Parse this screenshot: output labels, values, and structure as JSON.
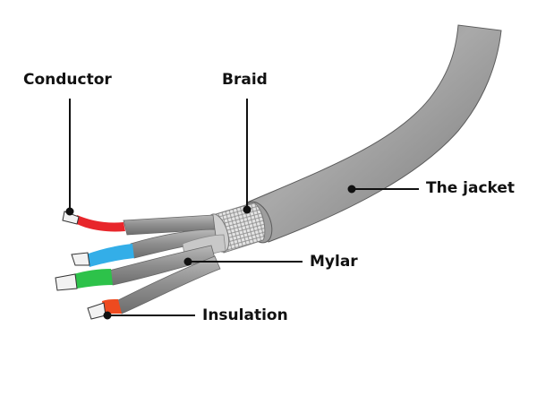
{
  "labels": {
    "conductor": "Conductor",
    "braid": "Braid",
    "jacket": "The jacket",
    "mylar": "Mylar",
    "insulation": "Insulation"
  },
  "colors": {
    "background": "#ffffff",
    "jacket": "#8a8a8a",
    "inner_jacket": "#a3a3a3",
    "mylar": "#c8c8c8",
    "wire_insulation": "#9a9a9a",
    "conductor_red": "#e8262b",
    "conductor_blue": "#33aee8",
    "conductor_green": "#2dc24a",
    "conductor_orange": "#ee4a1f",
    "leader_line": "#111111"
  }
}
